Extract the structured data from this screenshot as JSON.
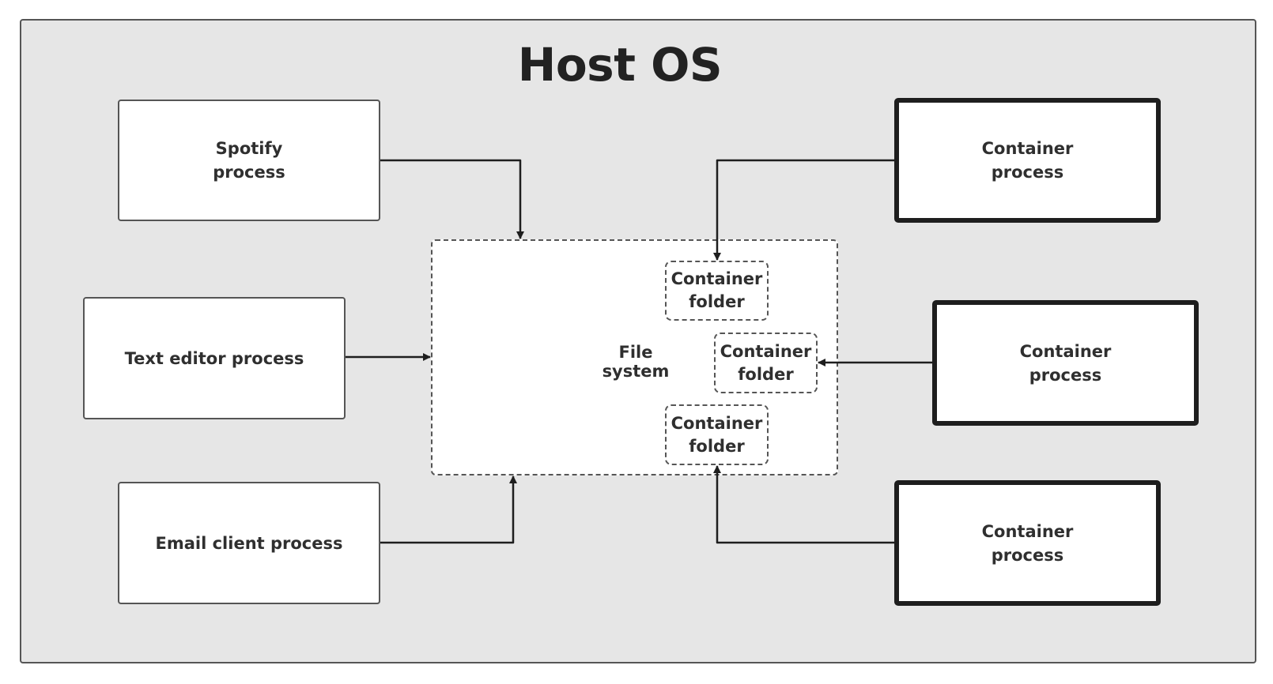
{
  "title": "Host OS",
  "file_system": {
    "label": "File system",
    "folders": [
      "Container\nfolder",
      "Container\nfolder",
      "Container\nfolder"
    ]
  },
  "processes": {
    "spotify": "Spotify\nprocess",
    "text_editor": "Text editor process",
    "email_client": "Email client process"
  },
  "container_processes": [
    "Container\nprocess",
    "Container\nprocess",
    "Container\nprocess"
  ],
  "colors": {
    "host_background": "#e6e6e6",
    "box_fill": "#ffffff",
    "line": "#1e1e1e"
  }
}
